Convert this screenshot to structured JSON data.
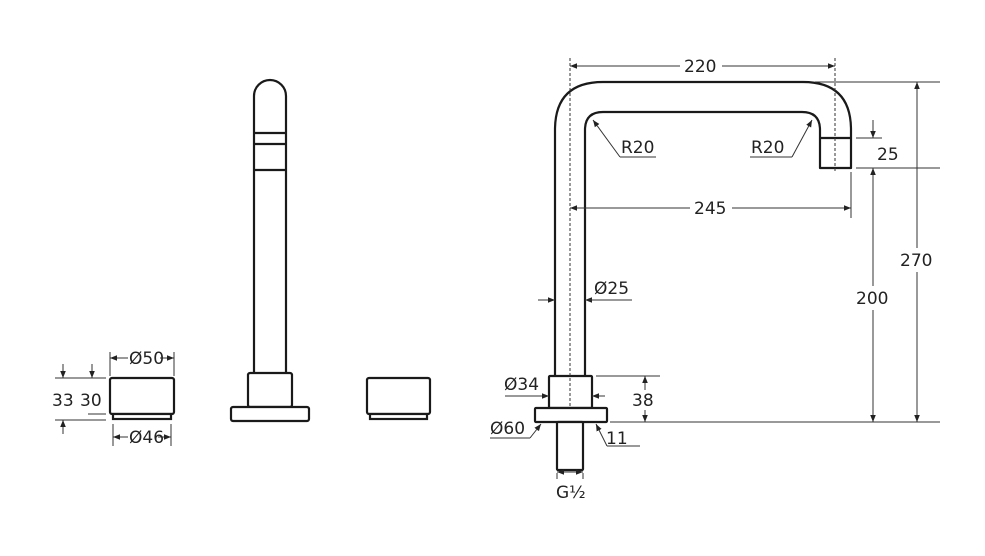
{
  "diagram": {
    "handle_dims": {
      "top_diameter": "Ø50",
      "bottom_diameter": "Ø46",
      "total_height": "33",
      "body_height": "30"
    },
    "spout_dims": {
      "reach_centre": "220",
      "reach_total": "245",
      "outlet": "25",
      "radius_inner_left": "R20",
      "radius_inner_right": "R20",
      "tube_diameter": "Ø25",
      "height_total": "270",
      "height_outlet": "200",
      "collar_diameter": "Ø34",
      "collar_height": "38",
      "flange_diameter": "Ø60",
      "flange_thickness": "11",
      "thread": "G½"
    }
  }
}
